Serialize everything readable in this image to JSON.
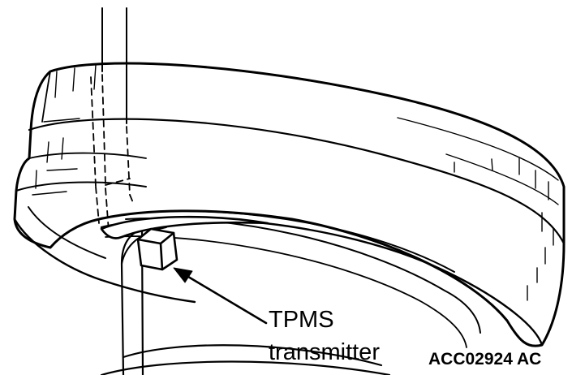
{
  "diagram": {
    "callout": {
      "line1": "TPMS",
      "line2": "transmitter"
    },
    "figure_code": "ACC02924 AC"
  }
}
